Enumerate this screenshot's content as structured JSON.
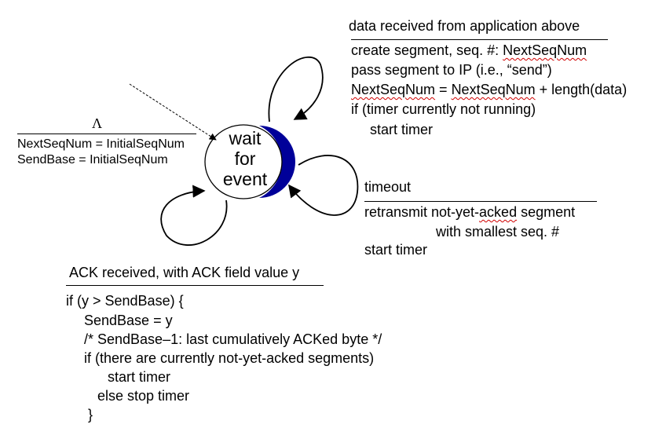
{
  "state": {
    "lines": [
      "wait",
      "for",
      "event"
    ]
  },
  "init": {
    "lambda": "Λ",
    "actions": [
      "NextSeqNum = InitialSeqNum",
      "SendBase = InitialSeqNum"
    ]
  },
  "data_event": {
    "event": "data received from application above",
    "line1_prefix": "create segment, seq. #: ",
    "line1_var": "NextSeqNum",
    "line2": "pass segment to IP (i.e., “send”)",
    "line3_a": "NextSeqNum",
    "line3_b": " = ",
    "line3_c": "NextSeqNum",
    "line3_d": " + length(data)",
    "line4": "if (timer currently not running)",
    "line5": "start timer"
  },
  "timeout_event": {
    "event": "timeout",
    "line1_a": "retransmit not-yet-",
    "line1_b": "acked",
    "line1_c": " segment",
    "line2": "with smallest seq. #",
    "line3": "start timer"
  },
  "ack_event": {
    "event": "ACK received, with ACK field value y",
    "lines": [
      "if (y > SendBase) {",
      "SendBase = y",
      "/* SendBase–1: last cumulatively ACKed byte */",
      "if (there are currently not-yet-acked segments)",
      "start timer",
      "else stop timer",
      "}"
    ]
  },
  "colors": {
    "state_accent": "#000099",
    "squiggle": "#d00000"
  }
}
